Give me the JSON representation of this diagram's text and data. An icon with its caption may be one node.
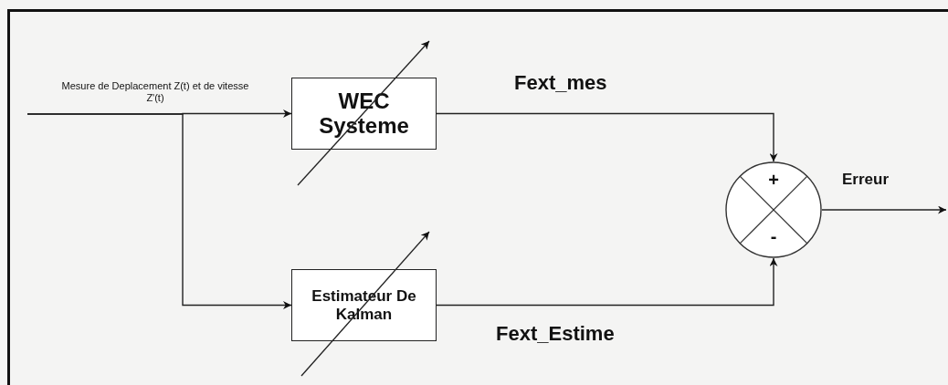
{
  "diagram": {
    "nodes": [
      {
        "text": [
          "WEC Systeme"
        ]
      },
      {
        "text": [
          "Estimateur De Kalman"
        ]
      },
      {
        "text": [
          "+",
          "-"
        ]
      }
    ],
    "edges": [
      {
        "from": null,
        "to": 0,
        "arrow": "to",
        "label": "Mesure de Deplacement Z(t) et de vitesse Z'(t)"
      },
      {
        "from": null,
        "to": 1,
        "arrow": "to"
      },
      {
        "from": 0,
        "to": 2,
        "arrow": "to",
        "label": "Fext_mes"
      },
      {
        "from": 1,
        "to": 2,
        "arrow": "to",
        "label": "Fext_Estime"
      },
      {
        "from": 2,
        "to": null,
        "arrow": "to",
        "label": "Erreur"
      }
    ]
  }
}
